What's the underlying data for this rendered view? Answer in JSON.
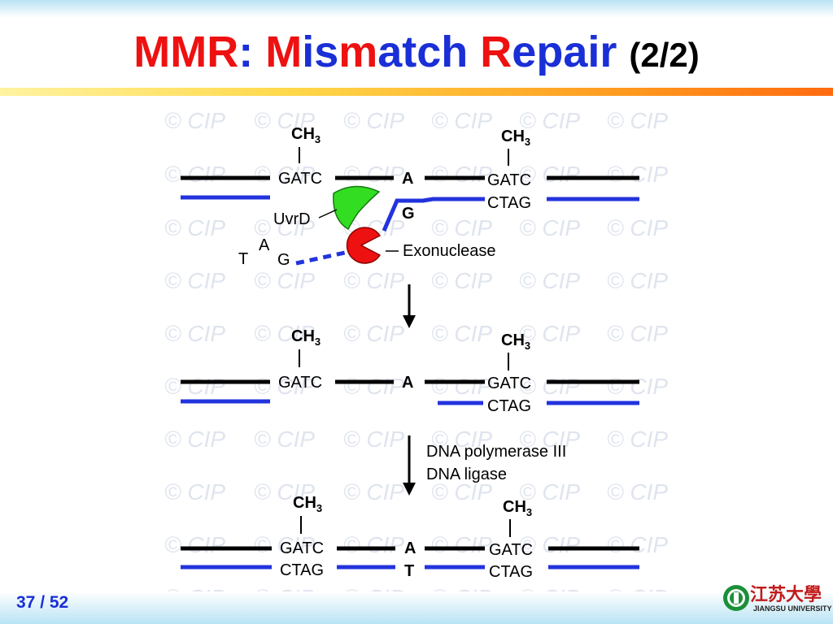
{
  "title": {
    "p1": "MMR",
    "p2": ": ",
    "p3": "M",
    "p4": "is",
    "p5": "m",
    "p6": "atch ",
    "p7": "R",
    "p8": "epair",
    "part": "(2/2)"
  },
  "diagram": {
    "ch3": "CH",
    "ch3_sub": "3",
    "gatc": "GATC",
    "ctag": "CTAG",
    "base_a": "A",
    "base_g": "G",
    "base_t": "T",
    "uvrd": "UvrD",
    "exonuclease": "Exonuclease",
    "fragment_t": "T",
    "fragment_a": "A",
    "fragment_g": "G",
    "step2_line1": "DNA polymerase III",
    "step2_line2": "DNA ligase",
    "watermark": "© CIP"
  },
  "footer": {
    "page": "37 / 52",
    "logo_cn": "江苏大學",
    "logo_en": "JIANGSU UNIVERSITY"
  },
  "colors": {
    "title_red": "#ee1111",
    "title_blue": "#1a2fd6",
    "strand_black": "#000000",
    "strand_blue": "#2233dd",
    "uvrd_green": "#33dd22",
    "exonuclease_red": "#ee1111"
  },
  "icons": [
    "uvrd-icon",
    "exonuclease-icon",
    "university-logo-icon",
    "arrow-down-icon"
  ]
}
